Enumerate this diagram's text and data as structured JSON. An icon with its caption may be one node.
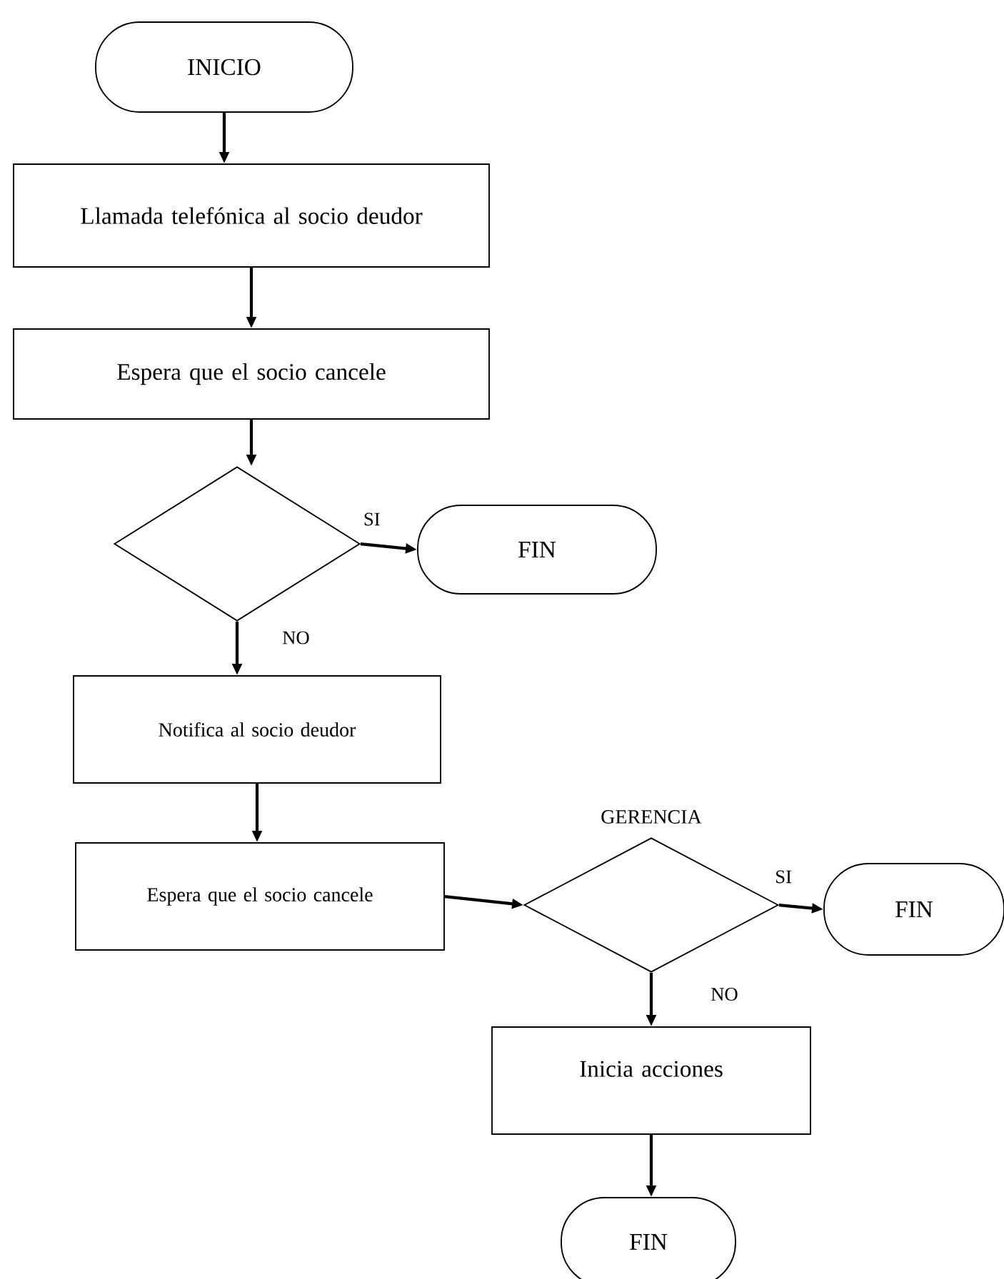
{
  "diagram": {
    "nodes": [
      {
        "text": [
          "INICIO"
        ]
      },
      {
        "text": [
          "Llamada telefónica al socio deudor"
        ]
      },
      {
        "text": [
          "Espera que el socio cancele"
        ]
      },
      {
        "text": [],
        "shape": "diamond"
      },
      {
        "text": [
          "FIN"
        ]
      },
      {
        "text": [
          "Notifica al socio deudor"
        ]
      },
      {
        "text": [
          "Espera que el socio cancele"
        ]
      },
      {
        "text": [],
        "shape": "diamond",
        "beside": [
          "GERENCIA"
        ]
      },
      {
        "text": [
          "FIN"
        ]
      },
      {
        "text": [
          "Inicia acciones"
        ]
      },
      {
        "text": [
          "FIN"
        ]
      }
    ],
    "edges": [
      {
        "from": 0,
        "to": 1,
        "arrow": "to"
      },
      {
        "from": 1,
        "to": 2,
        "arrow": "to"
      },
      {
        "from": 2,
        "to": 3,
        "arrow": "to"
      },
      {
        "from": 3,
        "to": 4,
        "arrow": "to",
        "label": "SI"
      },
      {
        "from": 3,
        "to": 5,
        "arrow": "to",
        "label": "NO"
      },
      {
        "from": 5,
        "to": 6,
        "arrow": "to"
      },
      {
        "from": 6,
        "to": 7,
        "arrow": "to"
      },
      {
        "from": 7,
        "to": 8,
        "arrow": "to",
        "label": "SI"
      },
      {
        "from": 7,
        "to": 9,
        "arrow": "to",
        "label": "NO"
      },
      {
        "from": 9,
        "to": 10,
        "arrow": "to"
      }
    ]
  }
}
